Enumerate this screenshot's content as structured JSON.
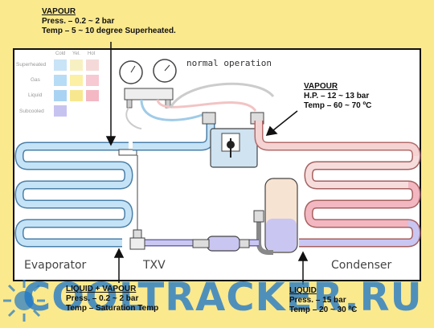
{
  "callouts": {
    "top": {
      "heading": "VAPOUR",
      "line1": "Press. – 0.2 ~ 2 bar",
      "line2": "Temp – 5 ~ 10 degree Superheated."
    },
    "right": {
      "heading": "VAPOUR",
      "line1": "H.P. – 12 ~ 13 bar",
      "line2": "Temp – 60 ~ 70 ºC"
    },
    "liquid_vapour": {
      "heading": "LIQUID + VAPOUR",
      "line1": "Press. – 0.2 ~ 2 bar",
      "line2": "Temp – Saturation Temp"
    },
    "liquid": {
      "heading": "LIQUID",
      "line1": "Press. – 15 bar",
      "line2": "Temp – 20 ~ 30 ºC"
    }
  },
  "legend": {
    "columns": [
      "Cold",
      "Yel.",
      "Hot"
    ],
    "rows": [
      {
        "label": "Superheated",
        "colors": [
          "#c9e4f7",
          "#f7f0c2",
          "#f5d9d9"
        ]
      },
      {
        "label": "Gas",
        "colors": [
          "#b7dcf5",
          "#fbf0a3",
          "#f6c9d3"
        ]
      },
      {
        "label": "Liquid",
        "colors": [
          "#a9d3f2",
          "#f7e88f",
          "#f3b8c4"
        ]
      },
      {
        "label": "Subcooled",
        "colors": [
          "#c7c3f0"
        ]
      }
    ]
  },
  "labels": {
    "normal_operation": "normal operation",
    "evaporator": "Evaporator",
    "txv": "TXV",
    "condenser": "Condenser"
  },
  "watermark": "COOLTRACKER.RU",
  "colors": {
    "background": "#fbe98e",
    "cold_pipe": "#bfe0f5",
    "hot_pipe": "#f6d3d3",
    "subcooled": "#c9c6f2",
    "condenser_hot": "#f2b7c0",
    "receiver": "#f7e3d2",
    "watermark": "#1f78c8"
  }
}
